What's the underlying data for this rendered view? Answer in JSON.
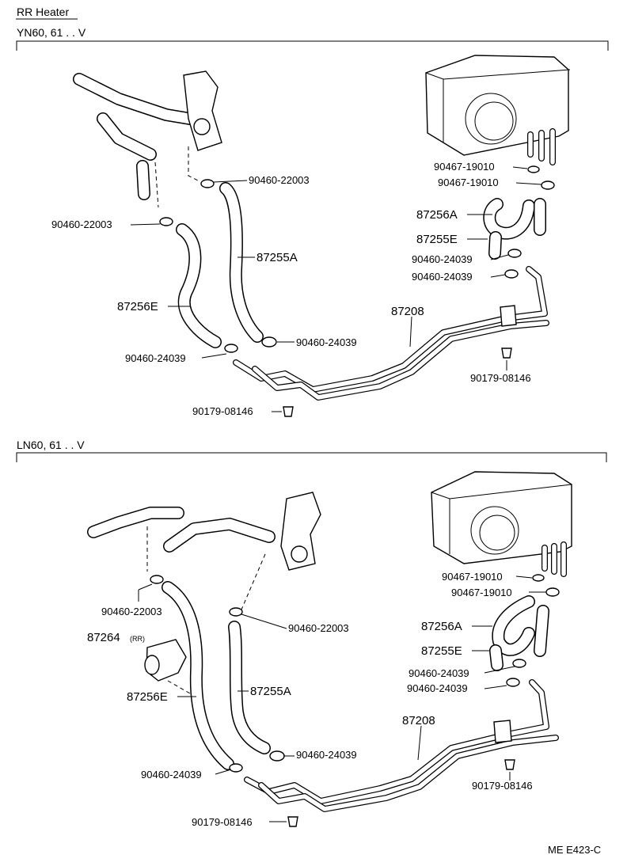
{
  "header": {
    "title": "RR Heater"
  },
  "sections": [
    {
      "name": "YN60, 61 . . V",
      "labels": {
        "clamp_22003_right": "90460-22003",
        "clamp_22003_left": "90460-22003",
        "hose_87255A": "87255A",
        "hose_87256E": "87256E",
        "clamp_24039_center": "90460-24039",
        "clamp_24039_left": "90460-24039",
        "grommet_bottom": "90179-08146",
        "clip_19010_a": "90467-19010",
        "clip_19010_b": "90467-19010",
        "hose_87256A": "87256A",
        "hose_87255E": "87255E",
        "clamp_24039_r1": "90460-24039",
        "clamp_24039_r2": "90460-24039",
        "pipe_87208": "87208",
        "grommet_right": "90179-08146"
      }
    },
    {
      "name": "LN60, 61 . . V",
      "labels": {
        "clip_19010_a": "90467-19010",
        "clip_19010_b": "90467-19010",
        "clamp_22003_left": "90460-22003",
        "clamp_22003_center": "90460-22003",
        "bracket_87264": "87264",
        "bracket_87264_suffix": "(RR)",
        "hose_87256A": "87256A",
        "hose_87255E": "87255E",
        "clamp_24039_r1": "90460-24039",
        "clamp_24039_r2": "90460-24039",
        "hose_87256E": "87256E",
        "hose_87255A": "87255A",
        "pipe_87208": "87208",
        "clamp_24039_center": "90460-24039",
        "clamp_24039_left": "90460-24039",
        "grommet_right": "90179-08146",
        "grommet_bottom": "90179-08146"
      }
    }
  ],
  "footer": {
    "code": "ME E423-C"
  }
}
